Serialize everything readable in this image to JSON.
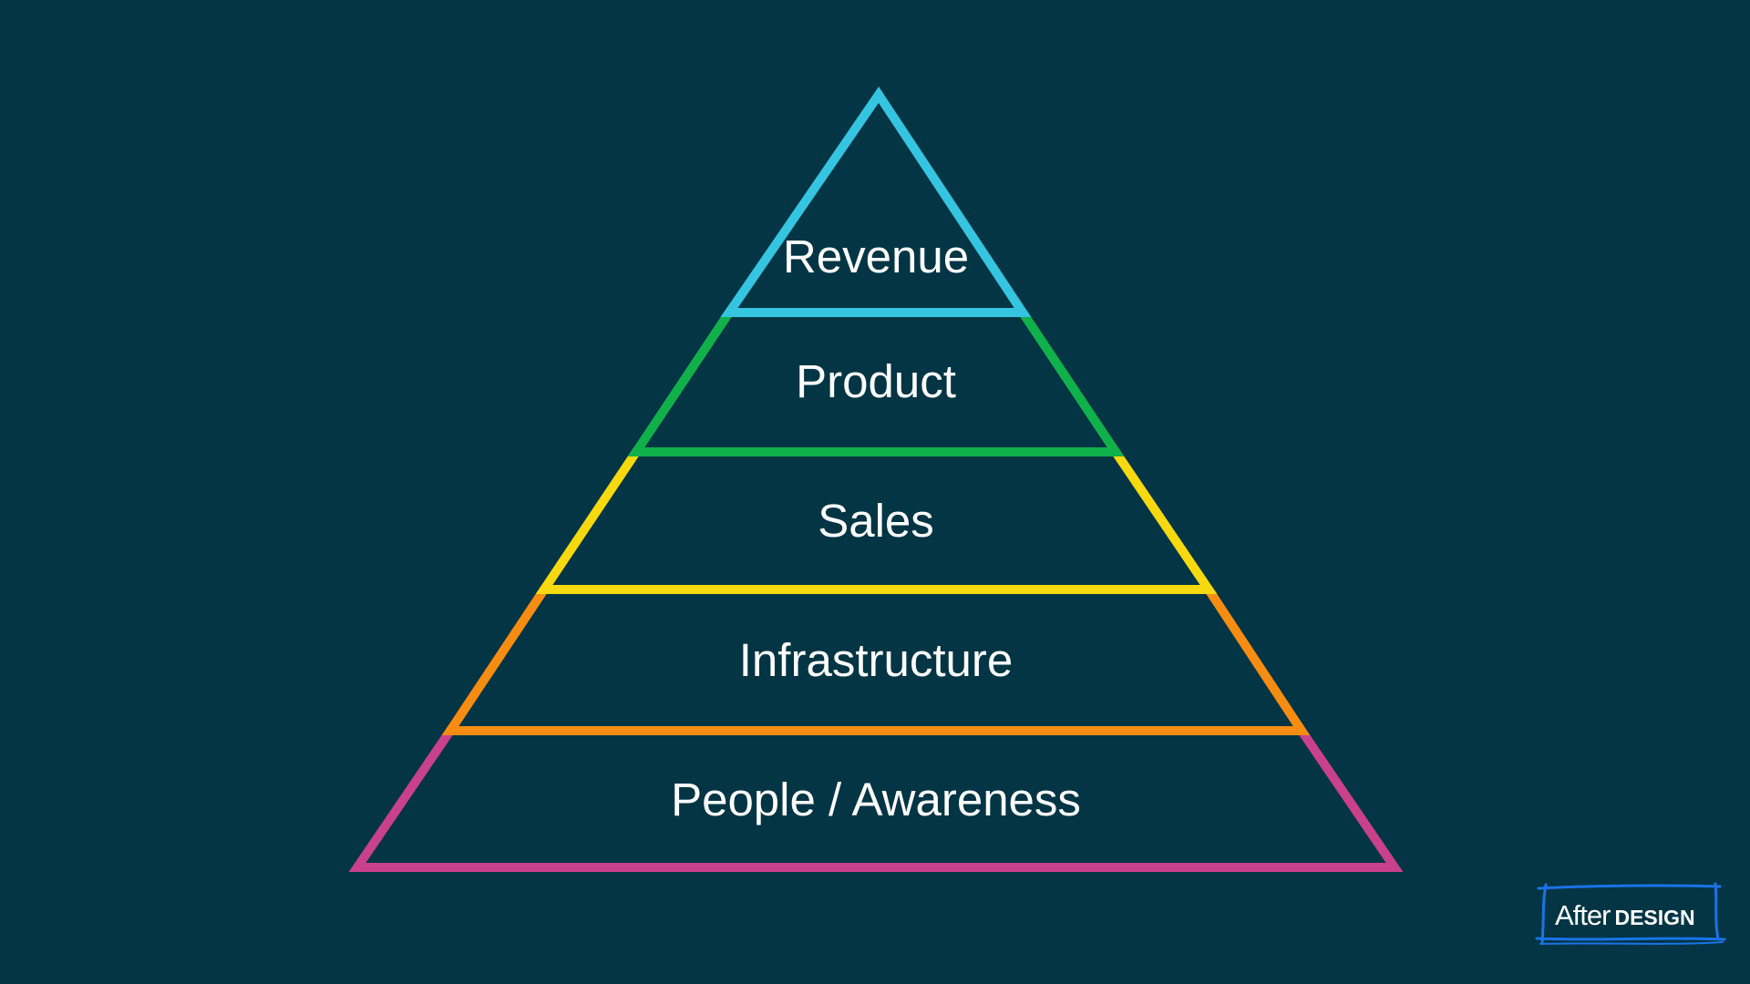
{
  "diagram": {
    "type": "pyramid",
    "tiers": [
      {
        "label": "Revenue",
        "color": "#35c5e0"
      },
      {
        "label": "Product",
        "color": "#10b14b"
      },
      {
        "label": "Sales",
        "color": "#f6d90e"
      },
      {
        "label": "Infrastructure",
        "color": "#f68d12"
      },
      {
        "label": "People / Awareness",
        "color": "#c8418a"
      }
    ]
  },
  "background_color": "#033544",
  "logo": {
    "word1": "After",
    "word2": "DESIGN",
    "frame_color": "#1a73e8"
  }
}
